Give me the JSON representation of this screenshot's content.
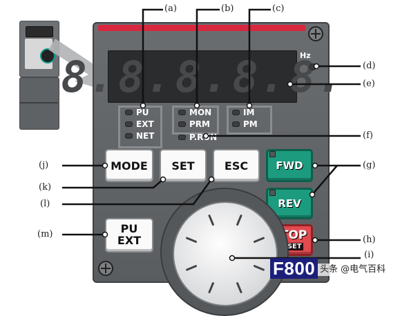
{
  "display": {
    "digits": [
      "8.",
      "8.",
      "8.",
      "8.",
      "8."
    ],
    "unit": "Hz"
  },
  "led_groups": {
    "mode": [
      "PU",
      "EXT",
      "NET"
    ],
    "monitor": [
      "MON",
      "PRM",
      "P.RUN"
    ],
    "status": [
      "IM",
      "PM"
    ]
  },
  "buttons": {
    "mode": "MODE",
    "set": "SET",
    "esc": "ESC",
    "fwd": "FWD",
    "rev": "REV",
    "pu_top": "PU",
    "pu_bottom": "EXT",
    "stop": "STOP",
    "reset": "RESET"
  },
  "callouts": {
    "a": "(a)",
    "b": "(b)",
    "c": "(c)",
    "d": "(d)",
    "e": "(e)",
    "f": "(f)",
    "g": "(g)",
    "h": "(h)",
    "i": "(i)",
    "j": "(j)",
    "k": "(k)",
    "l": "(l)",
    "m": "(m)"
  },
  "model": "F800",
  "watermark": "头条 @电气百科",
  "colors": {
    "accent_red": "#d8283f",
    "button_green": "#1d9b7e",
    "button_red": "#e14a4f",
    "brand_navy": "#1c1f7a"
  }
}
